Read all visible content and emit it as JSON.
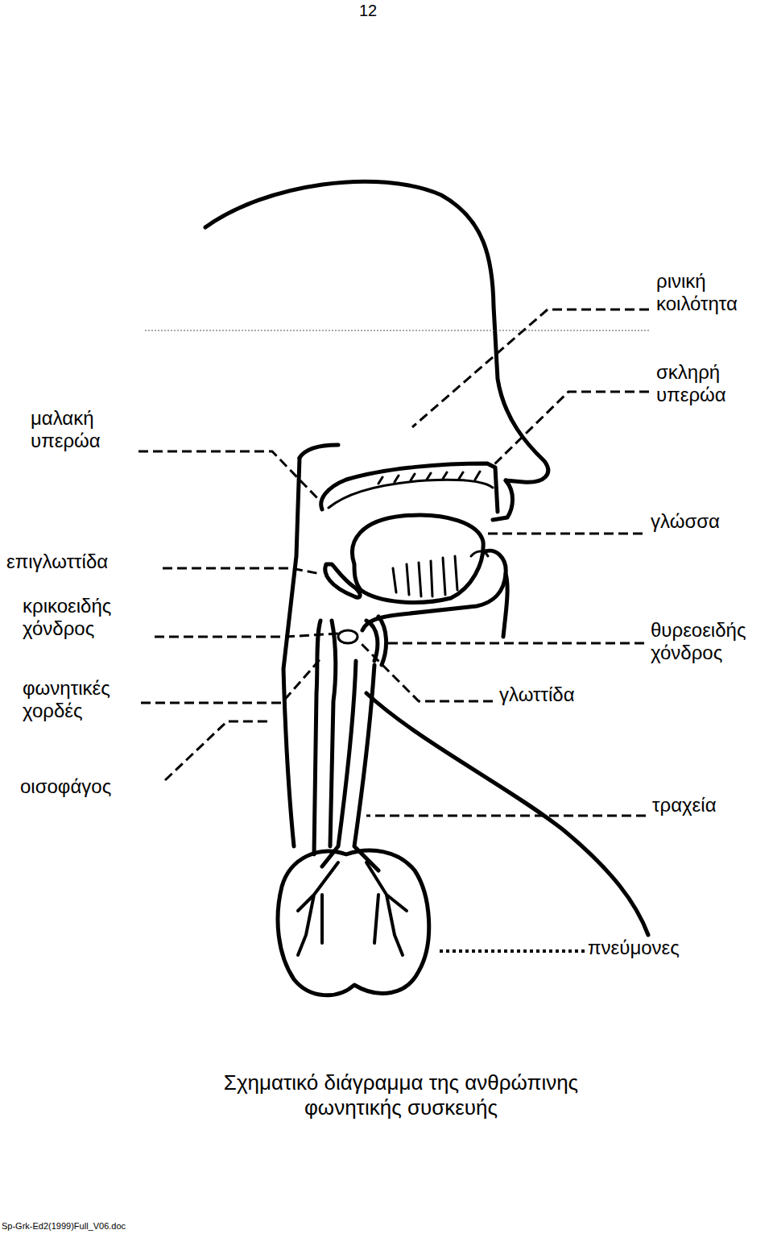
{
  "diagram": {
    "caption": "Σχηματικό διάγραμμα της ανθρώπινης φωνητικής συσκευής",
    "labels": [
      "12",
      "ρινική κοιλότητα",
      "σκληρή υπερώα",
      "μαλακή υπερώα",
      "γλώσσα",
      "επιγλωττίδα",
      "κρικοειδής χόνδρος",
      "θυρεοειδής χόνδρος",
      "φωνητικές χορδές",
      "γλωττίδα",
      "οισοφάγος",
      "τραχεία",
      "πνεύμονες",
      "Sp-Grk-Ed2(1999)Full_V06.doc"
    ]
  }
}
